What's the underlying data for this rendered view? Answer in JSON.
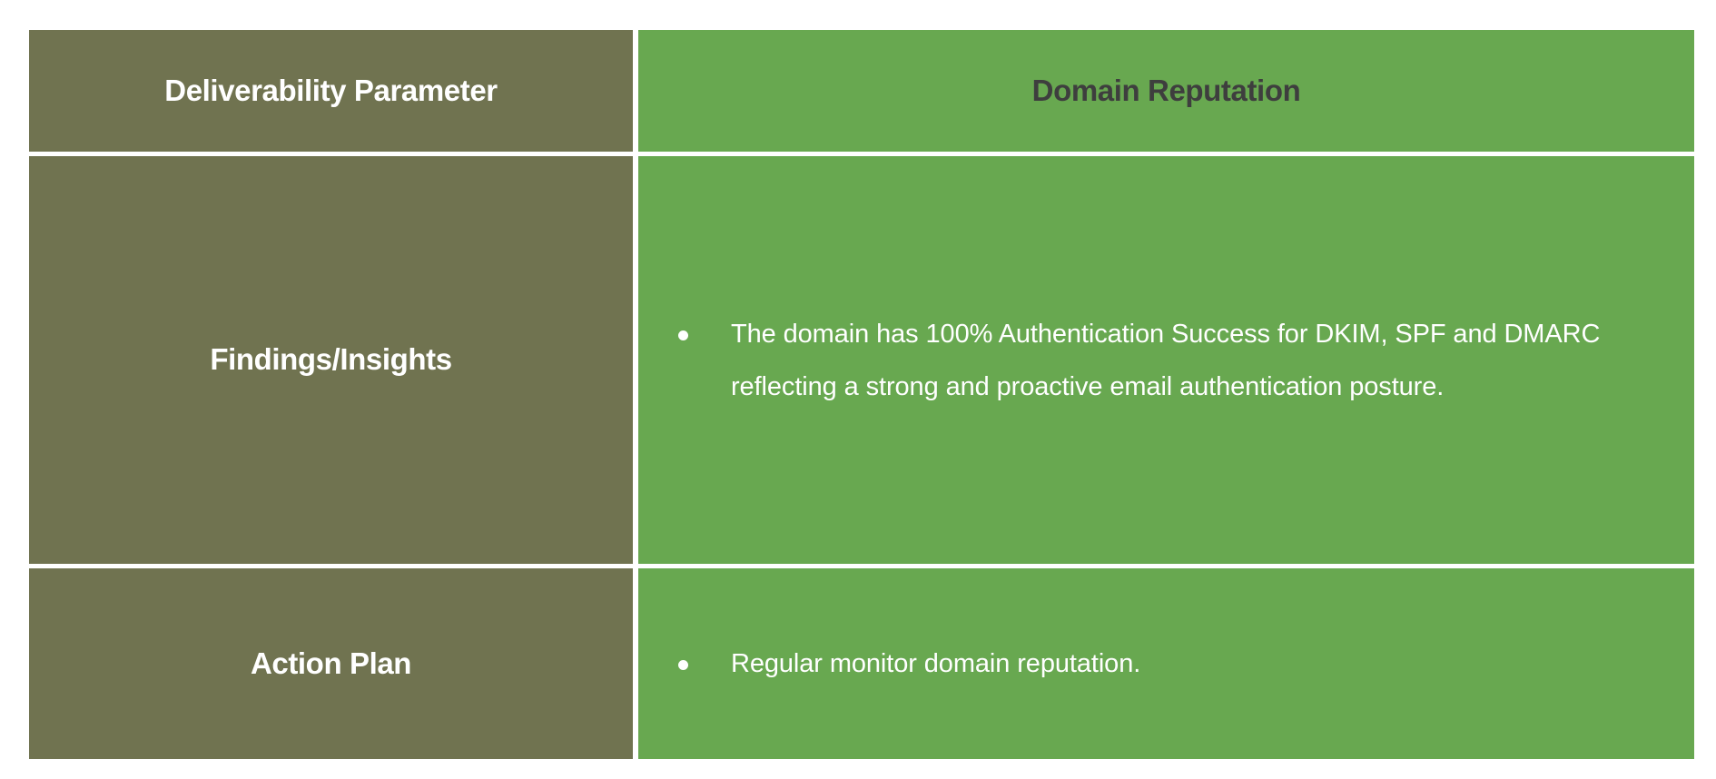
{
  "table": {
    "columns": [
      {
        "key": "parameter",
        "header": "Deliverability Parameter"
      },
      {
        "key": "domain_reputation",
        "header": "Domain Reputation"
      }
    ],
    "header": {
      "parameter_label": "Deliverability Parameter",
      "domain_reputation_label": "Domain Reputation"
    },
    "rows": [
      {
        "label": "Findings/Insights",
        "bullets": [
          "The domain has 100% Authentication Success for DKIM, SPF and DMARC reflecting a strong and proactive email authentication posture."
        ]
      },
      {
        "label": "Action Plan",
        "bullets": [
          "Regular monitor domain reputation."
        ]
      }
    ]
  },
  "colors": {
    "label_column_bg": "#707350",
    "value_column_bg": "#68A850",
    "label_text": "#FFFFFF",
    "header_value_text": "#3E3E3E",
    "page_bg": "#FFFFFF",
    "grid_line": "#FFFFFF"
  }
}
